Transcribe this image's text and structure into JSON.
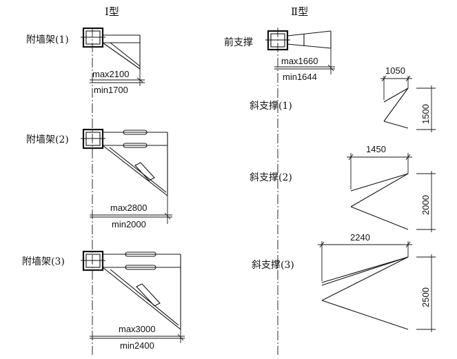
{
  "titles": {
    "type1": "Ⅰ型",
    "type2": "Ⅱ型"
  },
  "type1": {
    "frame1": {
      "label": "附墙架(1)",
      "max": "max2100",
      "min": "min1700"
    },
    "frame2": {
      "label": "附墙架(2)",
      "max": "max2800",
      "min": "min2000"
    },
    "frame3": {
      "label": "附墙架(3)",
      "max": "max3000",
      "min": "min2400"
    }
  },
  "type2": {
    "front": {
      "label": "前支撑",
      "max": "max1660",
      "min": "min1644"
    },
    "diag1": {
      "label": "斜支撑(1)",
      "width": "1050",
      "height": "1500"
    },
    "diag2": {
      "label": "斜支撑(2)",
      "width": "1450",
      "height": "2000"
    },
    "diag3": {
      "label": "斜支撑(3)",
      "width": "2240",
      "height": "2500"
    }
  }
}
